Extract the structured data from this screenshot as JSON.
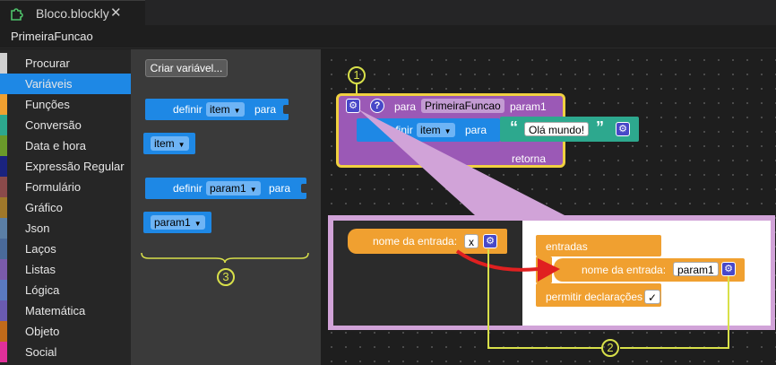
{
  "tab": {
    "title": "Bloco.blockly",
    "close": "✕",
    "icon": "puzzle-icon"
  },
  "header": {
    "function_name": "PrimeiraFuncao"
  },
  "toolbox": {
    "categories": [
      {
        "label": "Procurar",
        "color": "#d0d0d0"
      },
      {
        "label": "Variáveis",
        "color": "#1e88e5",
        "selected": true
      },
      {
        "label": "Funções",
        "color": "#f0a030"
      },
      {
        "label": "Conversão",
        "color": "#2da88e"
      },
      {
        "label": "Data e hora",
        "color": "#6a9a2a"
      },
      {
        "label": "Expressão Regular",
        "color": "#1a237e"
      },
      {
        "label": "Formulário",
        "color": "#8a4a4a"
      },
      {
        "label": "Gráfico",
        "color": "#a0782a"
      },
      {
        "label": "Json",
        "color": "#5b7fa6"
      },
      {
        "label": "Laços",
        "color": "#4a6a9a"
      },
      {
        "label": "Listas",
        "color": "#7a5aaa"
      },
      {
        "label": "Lógica",
        "color": "#5a7ac0"
      },
      {
        "label": "Matemática",
        "color": "#6a5ab0"
      },
      {
        "label": "Objeto",
        "color": "#c06a1a"
      },
      {
        "label": "Social",
        "color": "#e0309a"
      }
    ]
  },
  "flyout": {
    "create_variable": "Criar variável...",
    "set_label": "definir",
    "to_label": "para",
    "var1": "item",
    "var2": "param1",
    "marker": "3"
  },
  "workspace": {
    "marker1": "1",
    "marker2": "2",
    "func_block": {
      "help": "?",
      "to_label": "para",
      "name": "PrimeiraFuncao",
      "param": "param1",
      "set_label": "definir",
      "var": "item",
      "para": "para",
      "text_value": "Olá mundo!",
      "return_label": "retorna"
    },
    "callout": {
      "input_name_label": "nome da entrada:",
      "input_x": "x",
      "inputs_label": "entradas",
      "input_param": "param1",
      "allow_statements": "permitir declarações",
      "checkmark": "✓"
    }
  }
}
